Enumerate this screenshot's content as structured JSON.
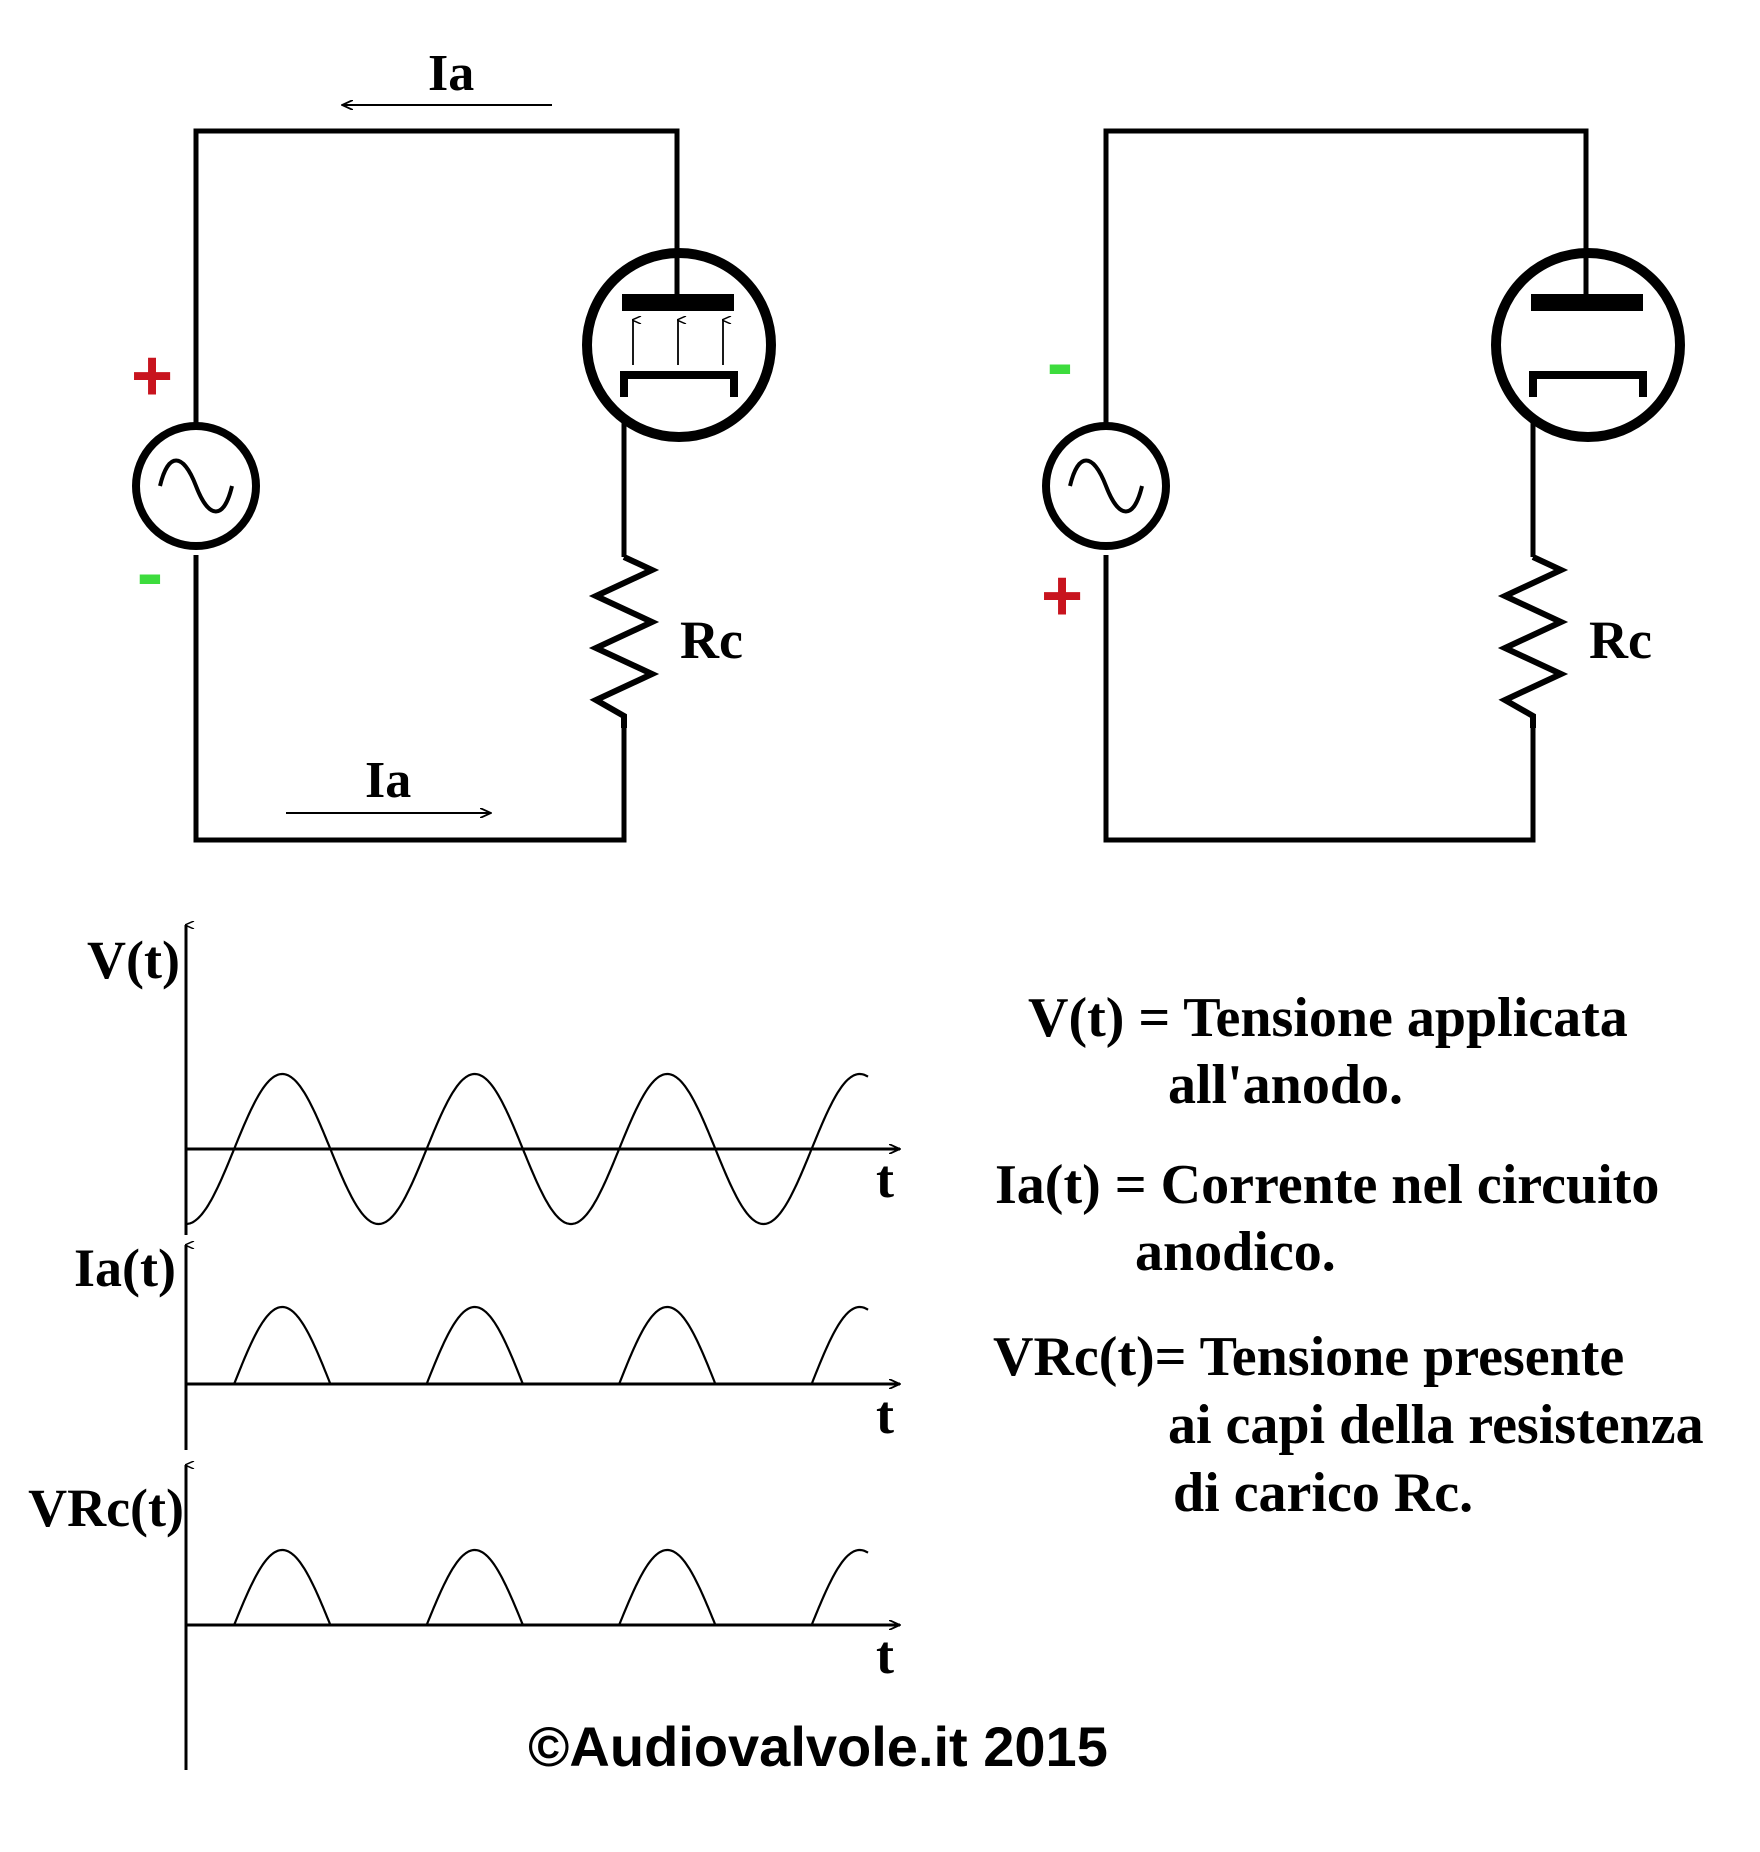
{
  "colors": {
    "line": "#000000",
    "plus": "#c8141e",
    "minus": "#3ddc3d",
    "background": "#ffffff"
  },
  "circuit_left": {
    "current_top_label": "Ia",
    "current_bottom_label": "Ia",
    "resistor_label": "Rc",
    "source_top_polarity": "+",
    "source_bottom_polarity": "-"
  },
  "circuit_right": {
    "resistor_label": "Rc",
    "source_top_polarity": "-",
    "source_bottom_polarity": "+"
  },
  "graphs": [
    {
      "ylabel": "V(t)",
      "xlabel": "t",
      "waveform": "sine"
    },
    {
      "ylabel": "Ia(t)",
      "xlabel": "t",
      "waveform": "half-wave"
    },
    {
      "ylabel": "VRc(t)",
      "xlabel": "t",
      "waveform": "half-wave"
    }
  ],
  "legend": [
    {
      "lines": [
        "V(t) = Tensione applicata",
        "all'anodo."
      ]
    },
    {
      "lines": [
        "Ia(t) = Corrente nel circuito",
        "anodico."
      ]
    },
    {
      "lines": [
        "VRc(t)= Tensione presente",
        "ai capi della resistenza",
        "di carico Rc."
      ]
    }
  ],
  "copyright": "©Audiovalvole.it 2015"
}
